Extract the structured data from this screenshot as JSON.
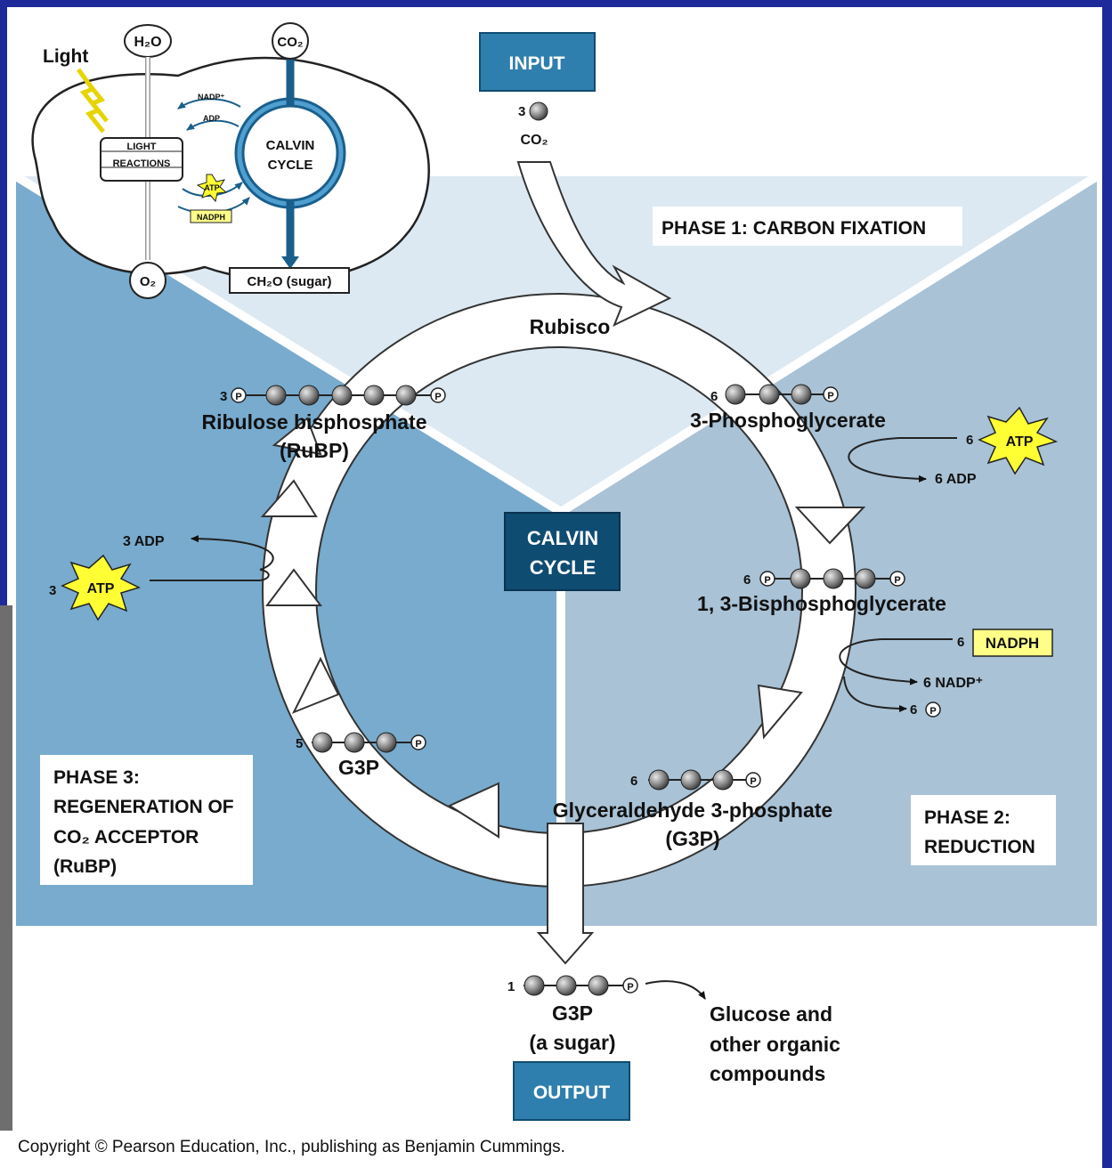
{
  "colors": {
    "slide_border": "#1e2a9a",
    "phase1_bg": "#dce9f2",
    "phase2_bg": "#a9c2d6",
    "phase3_bg": "#78abcd",
    "box_blue": "#2f7fae",
    "calvin_box": "#0f4c72",
    "atp_yellow": "#ffff33",
    "nadph_yellow": "#ffff88"
  },
  "inset": {
    "light": "Light",
    "h2o": "H₂O",
    "co2": "CO₂",
    "o2": "O₂",
    "light_reactions_1": "LIGHT",
    "light_reactions_2": "REACTIONS",
    "calvin_cycle_1": "CALVIN",
    "calvin_cycle_2": "CYCLE",
    "nadp": "NADP⁺",
    "adp": "ADP",
    "atp": "ATP",
    "nadph": "NADPH",
    "sugar": "CH₂O (sugar)"
  },
  "input": {
    "label": "INPUT",
    "count": "3",
    "molecule": "CO₂"
  },
  "phase1": {
    "label": "PHASE 1: CARBON FIXATION",
    "enzyme": "Rubisco"
  },
  "pga": {
    "count": "6",
    "name": "3-Phosphoglycerate",
    "atp_count": "6",
    "atp": "ATP",
    "adp": "6 ADP"
  },
  "bpg": {
    "count": "6",
    "name": "1, 3-Bisphosphoglycerate",
    "nadph_count": "6",
    "nadph": "NADPH",
    "nadp": "6 NADP⁺",
    "pi_count": "6"
  },
  "g3p_main": {
    "count": "6",
    "name": "Glyceraldehyde 3-phosphate",
    "abbr": "(G3P)"
  },
  "phase2": {
    "line1": "PHASE 2:",
    "line2": "REDUCTION"
  },
  "g3p_regen": {
    "count": "5",
    "name": "G3P"
  },
  "phase3": {
    "line1": "PHASE 3:",
    "line2": "REGENERATION OF",
    "line3": "CO₂ ACCEPTOR",
    "line4": "(RuBP)"
  },
  "regen_energy": {
    "adp": "3 ADP",
    "atp_count": "3",
    "atp": "ATP"
  },
  "rubp": {
    "count": "3",
    "name": "Ribulose bisphosphate",
    "abbr": "(RuBP)"
  },
  "calvin_center": {
    "line1": "CALVIN",
    "line2": "CYCLE"
  },
  "output": {
    "count": "1",
    "name": "G3P",
    "sub": "(a sugar)",
    "label": "OUTPUT",
    "products_1": "Glucose and",
    "products_2": "other organic",
    "products_3": "compounds"
  },
  "copyright": "Copyright © Pearson Education, Inc., publishing as Benjamin Cummings."
}
